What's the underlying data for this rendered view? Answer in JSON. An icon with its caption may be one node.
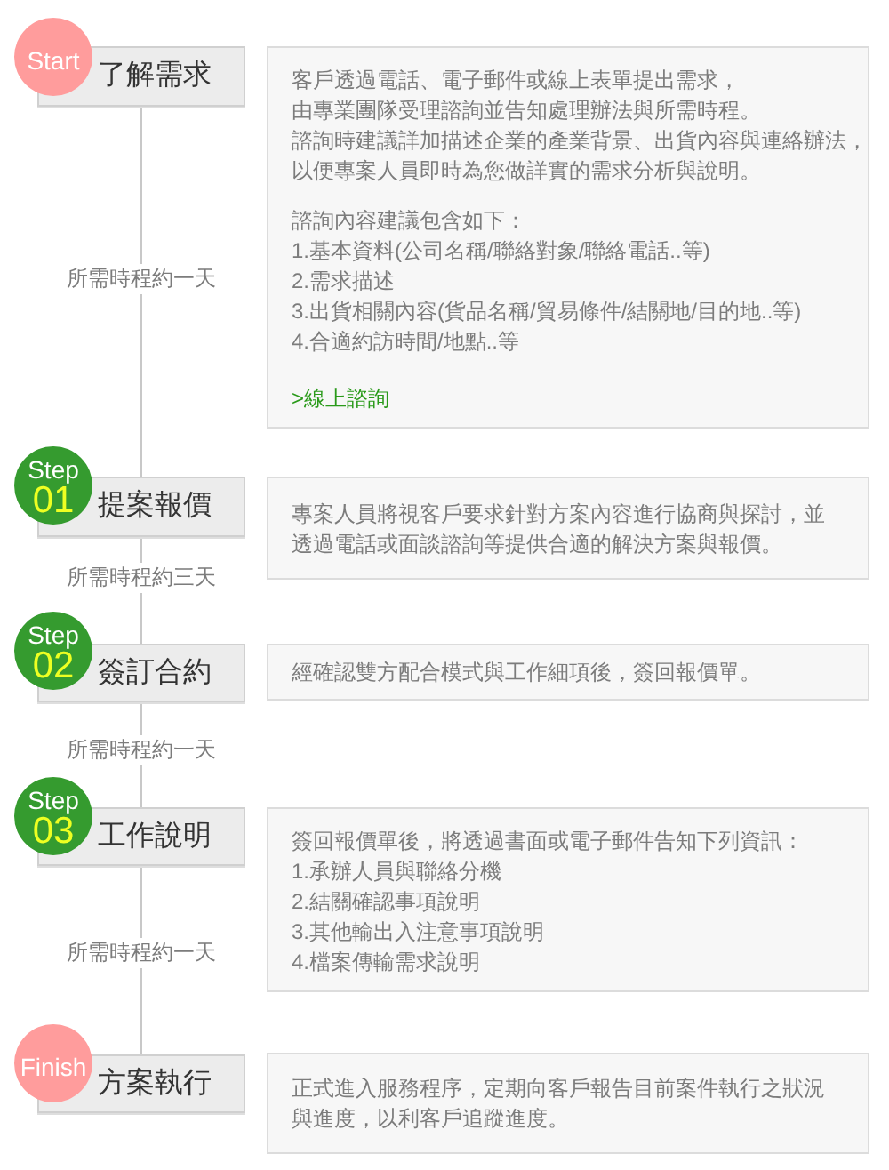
{
  "diagram": {
    "nodes": [
      {
        "text": [
          "Start"
        ]
      },
      {
        "text": [
          "了解需求"
        ]
      },
      {
        "text": [
          "客戶透過電話、電子郵件或線上表單提出需求，",
          "由專業團隊受理諮詢並告知處理辦法與所需時程。",
          "諮詢時建議詳加描述企業的產業背景、出貨內容與連絡辦法，",
          "以便專案人員即時為您做詳實的需求分析與說明。",
          "諮詢內容建議包含如下：",
          "1.基本資料(公司名稱/聯絡對象/聯絡電話..等)",
          "2.需求描述",
          "3.出貨相關內容(貨品名稱/貿易條件/結關地/目的地..等)",
          "4.合適約訪時間/地點..等",
          ">線上諮詢"
        ]
      },
      {
        "text": [
          "Step",
          "01"
        ]
      },
      {
        "text": [
          "提案報價"
        ]
      },
      {
        "text": [
          "專案人員將視客戶要求針對方案內容進行協商與探討，並透過電話或面談諮詢等提供合適的解決方案與報價。"
        ]
      },
      {
        "text": [
          "Step",
          "02"
        ]
      },
      {
        "text": [
          "簽訂合約"
        ]
      },
      {
        "text": [
          "經確認雙方配合模式與工作細項後，簽回報價單。"
        ]
      },
      {
        "text": [
          "Step",
          "03"
        ]
      },
      {
        "text": [
          "工作說明"
        ]
      },
      {
        "text": [
          "簽回報價單後，將透過書面或電子郵件告知下列資訊：",
          "1.承辦人員與聯絡分機",
          "2.結關確認事項說明",
          "3.其他輸出入注意事項說明",
          "4.檔案傳輸需求說明"
        ]
      },
      {
        "text": [
          "Finish"
        ]
      },
      {
        "text": [
          "方案執行"
        ]
      },
      {
        "text": [
          "正式進入服務程序，定期向客戶報告目前案件執行之狀況與進度，以利客戶追蹤進度。"
        ]
      }
    ],
    "edges": [
      {
        "from": 1,
        "to": 4,
        "arrow": "none",
        "label": "所需時程約一天"
      },
      {
        "from": 4,
        "to": 7,
        "arrow": "none",
        "label": "所需時程約三天"
      },
      {
        "from": 7,
        "to": 10,
        "arrow": "none",
        "label": "所需時程約一天"
      },
      {
        "from": 10,
        "to": 13,
        "arrow": "none",
        "label": "所需時程約一天"
      }
    ]
  }
}
